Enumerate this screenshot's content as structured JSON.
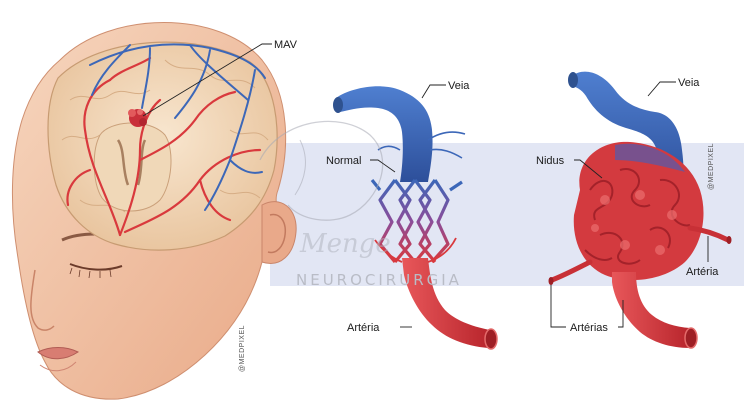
{
  "labels": {
    "mav": "MAV",
    "veia_normal": "Veia",
    "normal": "Normal",
    "arteria_normal": "Artéria",
    "veia_nidus": "Veia",
    "nidus": "Nidus",
    "arteria_nidus": "Artéria",
    "arterias": "Artérias"
  },
  "watermark": {
    "brand_text": "NEUROCIRURGIA",
    "signature": "Menge"
  },
  "credits": {
    "left": "@MEDPIXEL",
    "right": "@MEDPIXEL"
  },
  "colors": {
    "band": "#dfe3f3",
    "skin": "#f1c4a6",
    "artery": "#d9393d",
    "vein": "#3c67b8",
    "brain": "#f3dcc0"
  }
}
